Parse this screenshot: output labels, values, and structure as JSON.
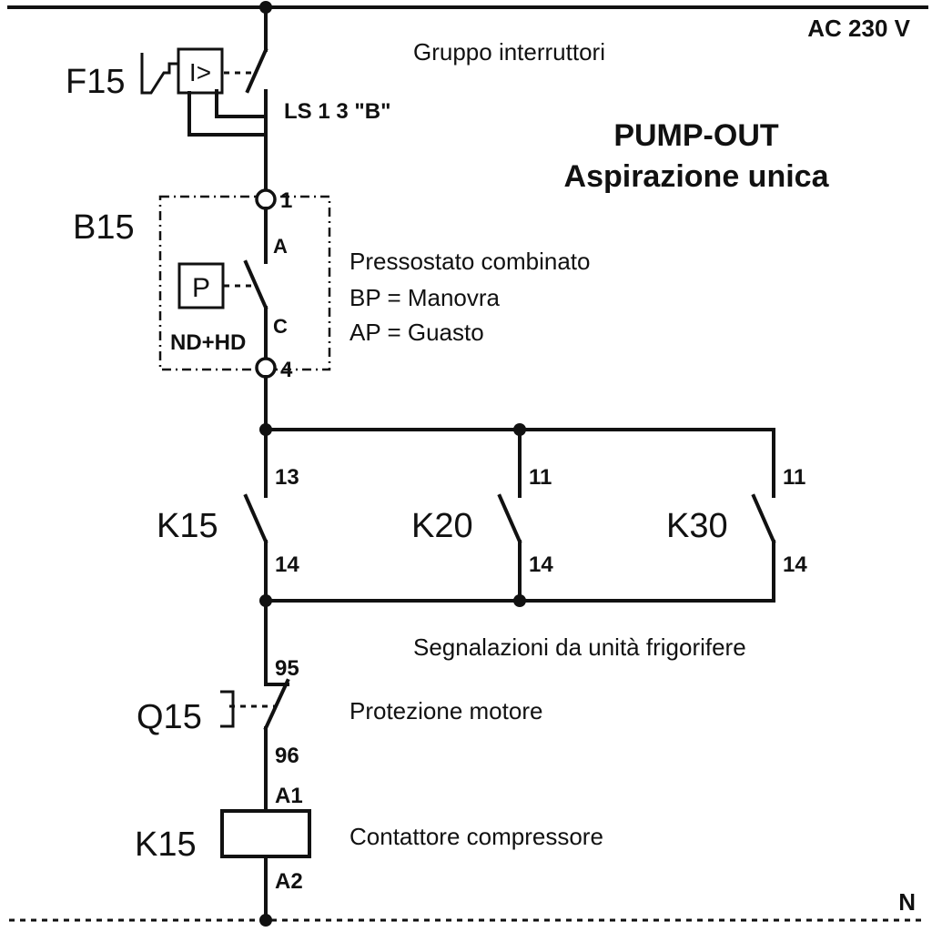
{
  "supply": {
    "voltage": "AC 230 V",
    "neutral": "N"
  },
  "title": {
    "line1": "PUMP-OUT",
    "line2": "Aspirazione unica"
  },
  "breaker": {
    "tag": "F15",
    "symbol": "I>",
    "rating": "LS 1 3 \"B\"",
    "description": "Gruppo interruttori"
  },
  "pressostat": {
    "tag": "B15",
    "symbol": "P",
    "type": "ND+HD",
    "terminal_top": "1",
    "terminal_bottom": "4",
    "contact_top": "A",
    "contact_bottom": "C",
    "description": [
      "Pressostato combinato",
      "BP = Manovra",
      "AP = Guasto"
    ]
  },
  "contacts": [
    {
      "tag": "K15",
      "top": "13",
      "bottom": "14"
    },
    {
      "tag": "K20",
      "top": "11",
      "bottom": "14"
    },
    {
      "tag": "K30",
      "top": "11",
      "bottom": "14"
    }
  ],
  "contacts_description": "Segnalazioni da unità frigorifere",
  "motor_protection": {
    "tag": "Q15",
    "top": "95",
    "bottom": "96",
    "description": "Protezione motore"
  },
  "coil": {
    "tag": "K15",
    "top": "A1",
    "bottom": "A2",
    "description": "Contattore compressore"
  }
}
